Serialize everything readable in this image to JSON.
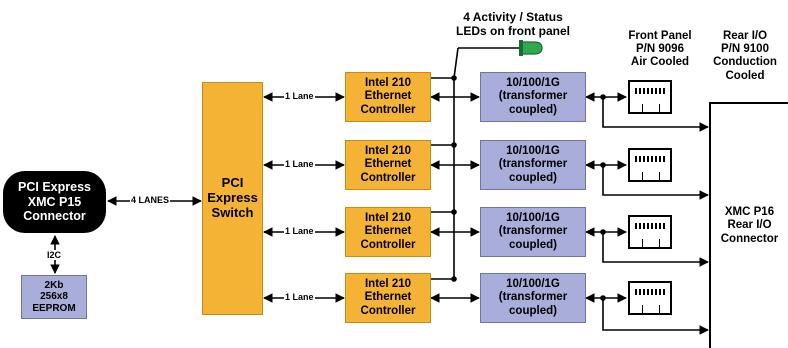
{
  "pci_connector": {
    "line1": "PCI Express",
    "line2": "XMC P15",
    "line3": "Connector"
  },
  "eeprom": {
    "line1": "2Kb",
    "line2": "256x8",
    "line3": "EEPROM"
  },
  "switch": {
    "line1": "PCI",
    "line2": "Express",
    "line3": "Switch"
  },
  "links": {
    "lanes4": "4 LANES",
    "lane1": "1 Lane",
    "i2c": "I2C"
  },
  "controllers": [
    {
      "line1": "Intel 210",
      "line2": "Ethernet",
      "line3": "Controller"
    },
    {
      "line1": "Intel 210",
      "line2": "Ethernet",
      "line3": "Controller"
    },
    {
      "line1": "Intel 210",
      "line2": "Ethernet",
      "line3": "Controller"
    },
    {
      "line1": "Intel 210",
      "line2": "Ethernet",
      "line3": "Controller"
    }
  ],
  "phys": [
    {
      "line1": "10/100/1G",
      "line2": "(transformer",
      "line3": "coupled)"
    },
    {
      "line1": "10/100/1G",
      "line2": "(transformer",
      "line3": "coupled)"
    },
    {
      "line1": "10/100/1G",
      "line2": "(transformer",
      "line3": "coupled)"
    },
    {
      "line1": "10/100/1G",
      "line2": "(transformer",
      "line3": "coupled)"
    }
  ],
  "leds": {
    "line1": "4 Activity / Status",
    "line2": "LEDs on front panel"
  },
  "front_panel": {
    "line1": "Front Panel",
    "line2": "P/N 9096",
    "line3": "Air Cooled"
  },
  "rear_io": {
    "line1": "Rear I/O",
    "line2": "P/N 9100",
    "line3": "Conduction",
    "line4": "Cooled"
  },
  "xmc_p16": {
    "line1": "XMC P16",
    "line2": "Rear I/O",
    "line3": "Connector"
  },
  "colors": {
    "orange": "#f5b335",
    "purple": "#a9add9",
    "led_green": "#2fa84f"
  }
}
